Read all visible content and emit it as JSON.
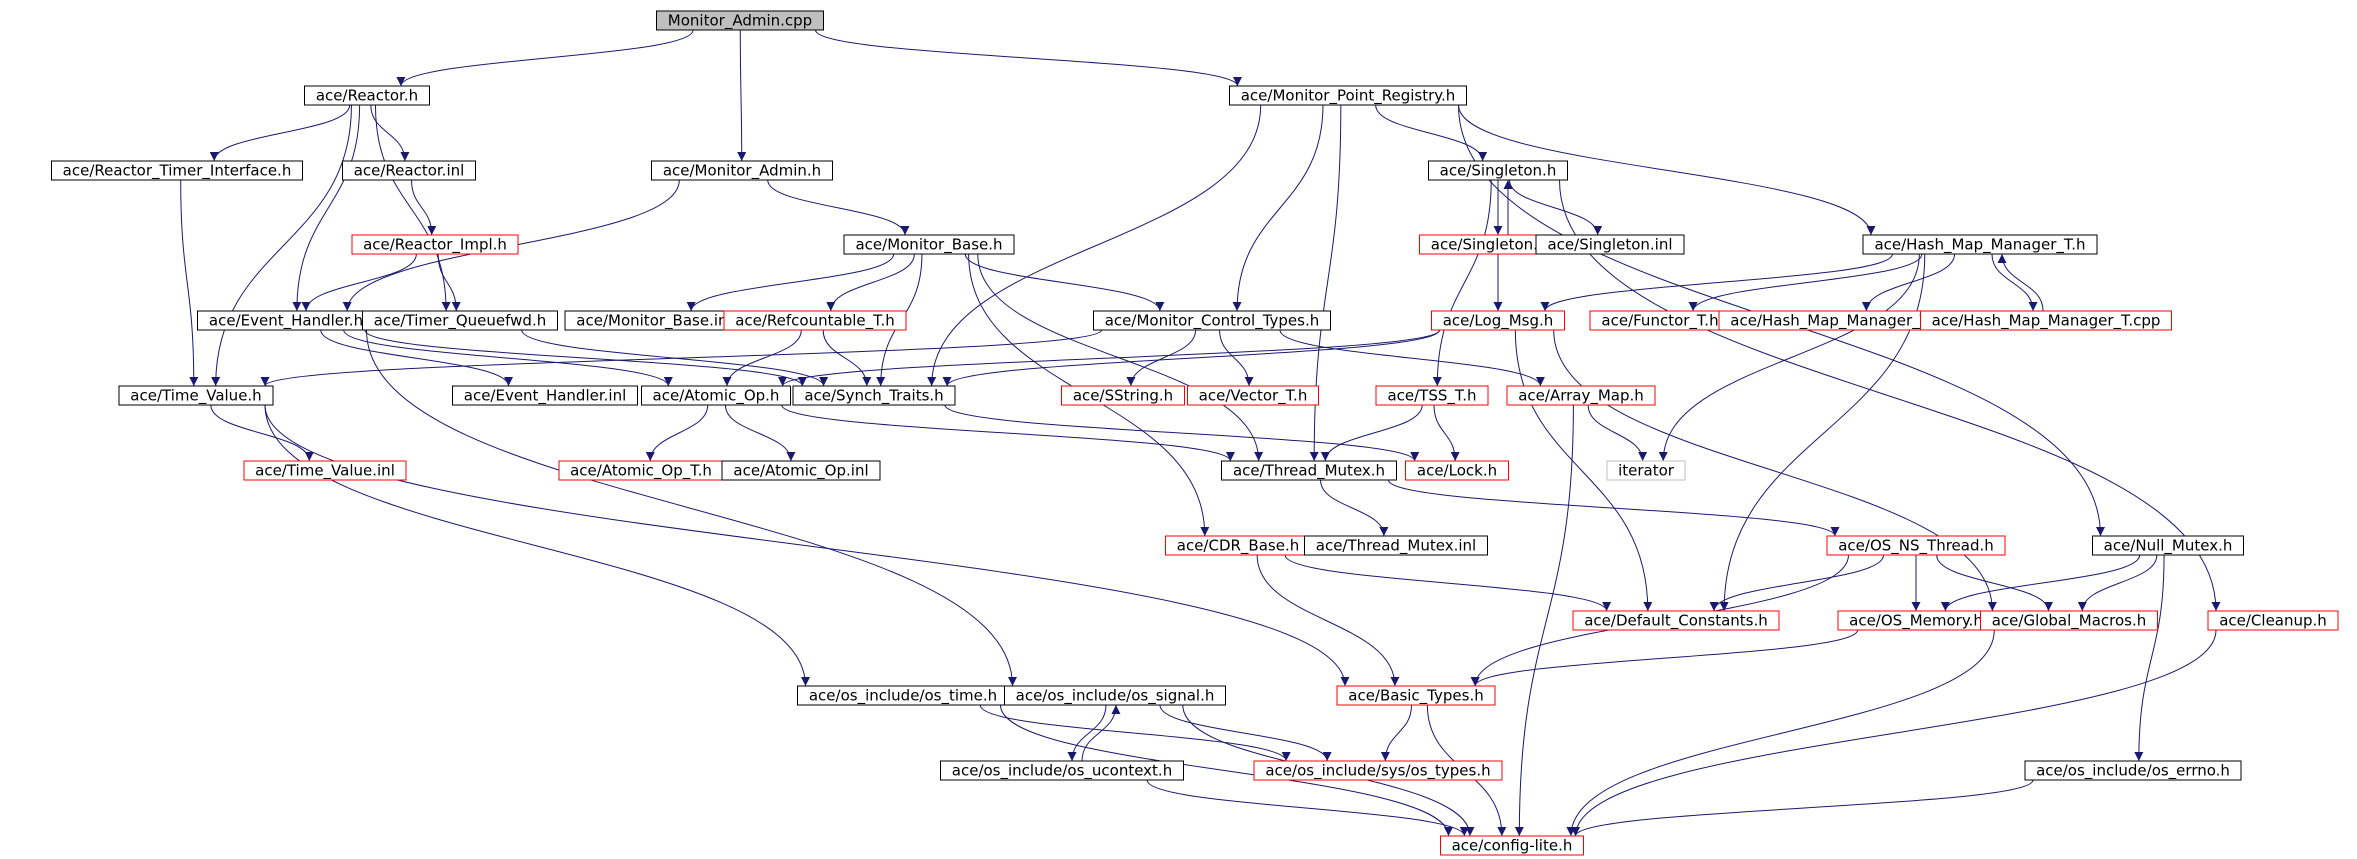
{
  "graph": {
    "root": "Monitor_Admin.cpp",
    "colors": {
      "edge": "#191970",
      "root_fill": "#bfbfbf",
      "normal_border": "#000000",
      "truncated_border": "#ff0000",
      "external_border": "#bfbfbf"
    },
    "nodes": {
      "root": {
        "label": "Monitor_Admin.cpp",
        "kind": "root"
      },
      "reactor_h": {
        "label": "ace/Reactor.h",
        "kind": "normal"
      },
      "mpr_h": {
        "label": "ace/Monitor_Point_Registry.h",
        "kind": "normal"
      },
      "rti_h": {
        "label": "ace/Reactor_Timer_Interface.h",
        "kind": "normal"
      },
      "reactor_inl": {
        "label": "ace/Reactor.inl",
        "kind": "normal"
      },
      "monadmin_h": {
        "label": "ace/Monitor_Admin.h",
        "kind": "normal"
      },
      "singleton_h": {
        "label": "ace/Singleton.h",
        "kind": "normal"
      },
      "reactor_impl": {
        "label": "ace/Reactor_Impl.h",
        "kind": "truncated"
      },
      "monbase_h": {
        "label": "ace/Monitor_Base.h",
        "kind": "normal"
      },
      "singleton_cpp": {
        "label": "ace/Singleton.cpp",
        "kind": "truncated"
      },
      "singleton_inl": {
        "label": "ace/Singleton.inl",
        "kind": "normal"
      },
      "hmm_h": {
        "label": "ace/Hash_Map_Manager_T.h",
        "kind": "normal"
      },
      "evh_h": {
        "label": "ace/Event_Handler.h",
        "kind": "normal"
      },
      "tqfwd_h": {
        "label": "ace/Timer_Queuefwd.h",
        "kind": "normal"
      },
      "monbase_inl": {
        "label": "ace/Monitor_Base.inl",
        "kind": "normal"
      },
      "refc_h": {
        "label": "ace/Refcountable_T.h",
        "kind": "truncated"
      },
      "mct_h": {
        "label": "ace/Monitor_Control_Types.h",
        "kind": "normal"
      },
      "logmsg_h": {
        "label": "ace/Log_Msg.h",
        "kind": "truncated"
      },
      "functor_h": {
        "label": "ace/Functor_T.h",
        "kind": "truncated"
      },
      "hmm_inl": {
        "label": "ace/Hash_Map_Manager_T.inl",
        "kind": "truncated"
      },
      "hmm_cpp": {
        "label": "ace/Hash_Map_Manager_T.cpp",
        "kind": "truncated"
      },
      "tv_h": {
        "label": "ace/Time_Value.h",
        "kind": "normal"
      },
      "evh_inl": {
        "label": "ace/Event_Handler.inl",
        "kind": "normal"
      },
      "atomic_h": {
        "label": "ace/Atomic_Op.h",
        "kind": "normal"
      },
      "synch_h": {
        "label": "ace/Synch_Traits.h",
        "kind": "normal"
      },
      "sstring_h": {
        "label": "ace/SString.h",
        "kind": "truncated"
      },
      "vector_h": {
        "label": "ace/Vector_T.h",
        "kind": "truncated"
      },
      "tss_h": {
        "label": "ace/TSS_T.h",
        "kind": "truncated"
      },
      "arraymap_h": {
        "label": "ace/Array_Map.h",
        "kind": "truncated"
      },
      "tv_inl": {
        "label": "ace/Time_Value.inl",
        "kind": "truncated"
      },
      "atomic_t_h": {
        "label": "ace/Atomic_Op_T.h",
        "kind": "truncated"
      },
      "atomic_inl": {
        "label": "ace/Atomic_Op.inl",
        "kind": "normal"
      },
      "tmutex_h": {
        "label": "ace/Thread_Mutex.h",
        "kind": "normal"
      },
      "lock_h": {
        "label": "ace/Lock.h",
        "kind": "truncated"
      },
      "iterator": {
        "label": "iterator",
        "kind": "external"
      },
      "cdr_h": {
        "label": "ace/CDR_Base.h",
        "kind": "truncated"
      },
      "tmutex_inl": {
        "label": "ace/Thread_Mutex.inl",
        "kind": "normal"
      },
      "osns_h": {
        "label": "ace/OS_NS_Thread.h",
        "kind": "truncated"
      },
      "nullmutex_h": {
        "label": "ace/Null_Mutex.h",
        "kind": "normal"
      },
      "defconst_h": {
        "label": "ace/Default_Constants.h",
        "kind": "truncated"
      },
      "osmem_h": {
        "label": "ace/OS_Memory.h",
        "kind": "truncated"
      },
      "globmac_h": {
        "label": "ace/Global_Macros.h",
        "kind": "truncated"
      },
      "cleanup_h": {
        "label": "ace/Cleanup.h",
        "kind": "truncated"
      },
      "ostime_h": {
        "label": "ace/os_include/os_time.h",
        "kind": "normal"
      },
      "ossignal_h": {
        "label": "ace/os_include/os_signal.h",
        "kind": "normal"
      },
      "basictypes_h": {
        "label": "ace/Basic_Types.h",
        "kind": "truncated"
      },
      "osucontext_h": {
        "label": "ace/os_include/os_ucontext.h",
        "kind": "normal"
      },
      "ostypes_h": {
        "label": "ace/os_include/sys/os_types.h",
        "kind": "truncated"
      },
      "oserrno_h": {
        "label": "ace/os_include/os_errno.h",
        "kind": "normal"
      },
      "configlite_h": {
        "label": "ace/config-lite.h",
        "kind": "truncated"
      }
    },
    "edges": [
      [
        "root",
        "reactor_h"
      ],
      [
        "root",
        "monadmin_h"
      ],
      [
        "root",
        "mpr_h"
      ],
      [
        "reactor_h",
        "rti_h"
      ],
      [
        "reactor_h",
        "reactor_inl"
      ],
      [
        "reactor_h",
        "evh_h"
      ],
      [
        "reactor_h",
        "tqfwd_h"
      ],
      [
        "reactor_h",
        "tv_h"
      ],
      [
        "rti_h",
        "tv_h"
      ],
      [
        "reactor_inl",
        "reactor_impl"
      ],
      [
        "reactor_impl",
        "evh_h"
      ],
      [
        "reactor_impl",
        "tqfwd_h"
      ],
      [
        "monadmin_h",
        "evh_h"
      ],
      [
        "monadmin_h",
        "monbase_h"
      ],
      [
        "mpr_h",
        "synch_h"
      ],
      [
        "mpr_h",
        "mct_h"
      ],
      [
        "mpr_h",
        "tmutex_h"
      ],
      [
        "mpr_h",
        "singleton_h"
      ],
      [
        "mpr_h",
        "hmm_h"
      ],
      [
        "mpr_h",
        "nullmutex_h"
      ],
      [
        "singleton_h",
        "singleton_cpp"
      ],
      [
        "singleton_cpp",
        "singleton_h"
      ],
      [
        "singleton_h",
        "singleton_inl"
      ],
      [
        "singleton_h",
        "tss_h"
      ],
      [
        "singleton_h",
        "cleanup_h"
      ],
      [
        "singleton_cpp",
        "logmsg_h"
      ],
      [
        "monbase_h",
        "monbase_inl"
      ],
      [
        "monbase_h",
        "refc_h"
      ],
      [
        "monbase_h",
        "mct_h"
      ],
      [
        "monbase_h",
        "synch_h"
      ],
      [
        "monbase_h",
        "tmutex_h"
      ],
      [
        "monbase_h",
        "cdr_h"
      ],
      [
        "refc_h",
        "atomic_h"
      ],
      [
        "refc_h",
        "synch_h"
      ],
      [
        "mct_h",
        "sstring_h"
      ],
      [
        "mct_h",
        "vector_h"
      ],
      [
        "mct_h",
        "arraymap_h"
      ],
      [
        "mct_h",
        "tv_h"
      ],
      [
        "hmm_h",
        "functor_h"
      ],
      [
        "hmm_h",
        "hmm_inl"
      ],
      [
        "hmm_h",
        "hmm_cpp"
      ],
      [
        "hmm_cpp",
        "hmm_h"
      ],
      [
        "hmm_h",
        "logmsg_h"
      ],
      [
        "hmm_h",
        "defconst_h"
      ],
      [
        "hmm_h",
        "iterator"
      ],
      [
        "logmsg_h",
        "synch_h"
      ],
      [
        "logmsg_h",
        "atomic_h"
      ],
      [
        "logmsg_h",
        "defconst_h"
      ],
      [
        "logmsg_h",
        "globmac_h"
      ],
      [
        "evh_h",
        "evh_inl"
      ],
      [
        "evh_h",
        "atomic_h"
      ],
      [
        "evh_h",
        "synch_h"
      ],
      [
        "evh_h",
        "ossignal_h"
      ],
      [
        "tqfwd_h",
        "synch_h"
      ],
      [
        "tv_h",
        "tv_inl"
      ],
      [
        "tv_h",
        "ostime_h"
      ],
      [
        "tv_h",
        "basictypes_h"
      ],
      [
        "atomic_h",
        "atomic_t_h"
      ],
      [
        "atomic_h",
        "atomic_inl"
      ],
      [
        "atomic_h",
        "tmutex_h"
      ],
      [
        "synch_h",
        "lock_h"
      ],
      [
        "tss_h",
        "tmutex_h"
      ],
      [
        "tss_h",
        "lock_h"
      ],
      [
        "arraymap_h",
        "iterator"
      ],
      [
        "arraymap_h",
        "configlite_h"
      ],
      [
        "tmutex_h",
        "tmutex_inl"
      ],
      [
        "tmutex_h",
        "osns_h"
      ],
      [
        "cdr_h",
        "defconst_h"
      ],
      [
        "cdr_h",
        "basictypes_h"
      ],
      [
        "osns_h",
        "defconst_h"
      ],
      [
        "osns_h",
        "osmem_h"
      ],
      [
        "osns_h",
        "globmac_h"
      ],
      [
        "osns_h",
        "basictypes_h"
      ],
      [
        "nullmutex_h",
        "osmem_h"
      ],
      [
        "nullmutex_h",
        "globmac_h"
      ],
      [
        "nullmutex_h",
        "oserrno_h"
      ],
      [
        "osmem_h",
        "basictypes_h"
      ],
      [
        "globmac_h",
        "configlite_h"
      ],
      [
        "cleanup_h",
        "configlite_h"
      ],
      [
        "ostime_h",
        "ostypes_h"
      ],
      [
        "ostime_h",
        "configlite_h"
      ],
      [
        "ossignal_h",
        "osucontext_h"
      ],
      [
        "osucontext_h",
        "ossignal_h"
      ],
      [
        "ossignal_h",
        "ostypes_h"
      ],
      [
        "ossignal_h",
        "configlite_h"
      ],
      [
        "basictypes_h",
        "ostypes_h"
      ],
      [
        "basictypes_h",
        "configlite_h"
      ],
      [
        "osucontext_h",
        "configlite_h"
      ],
      [
        "oserrno_h",
        "configlite_h"
      ]
    ]
  }
}
